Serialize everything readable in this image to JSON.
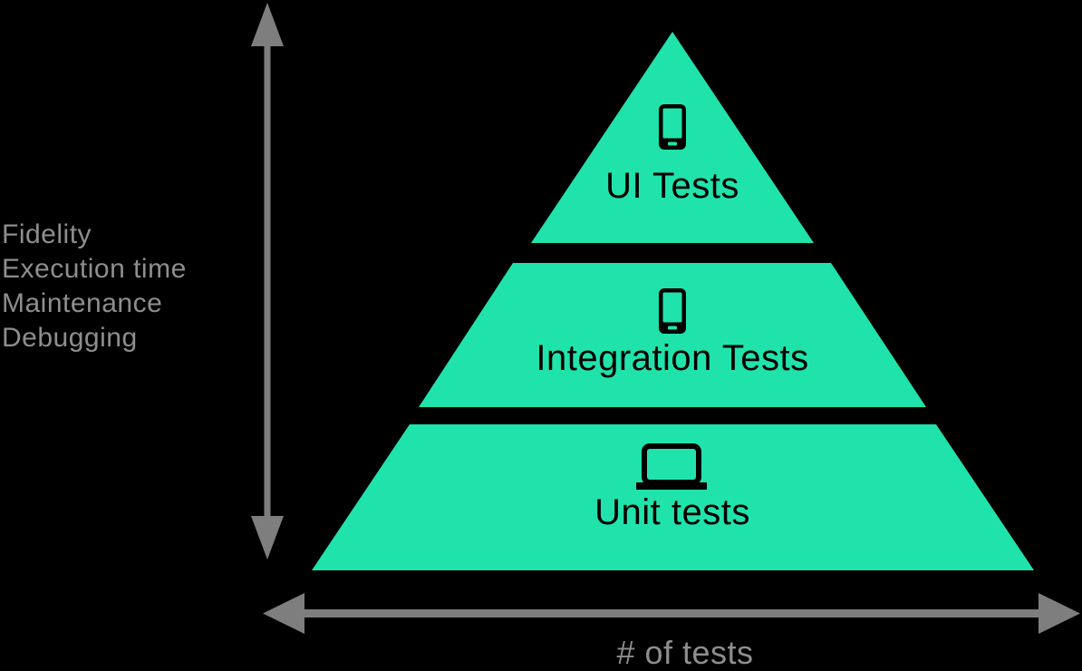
{
  "pyramid": {
    "fill": "#20e3ab",
    "label_color": "#000000",
    "levels": [
      {
        "name": "ui-tests",
        "label": "UI Tests",
        "icon": "smartphone-icon"
      },
      {
        "name": "integration-tests",
        "label": "Integration Tests",
        "icon": "smartphone-icon"
      },
      {
        "name": "unit-tests",
        "label": "Unit tests",
        "icon": "laptop-icon"
      }
    ]
  },
  "vertical_axis": {
    "labels": [
      "Fidelity",
      "Execution time",
      "Maintenance",
      "Debugging"
    ],
    "label_color": "#8e8e8e",
    "arrow_color": "#7e7e7e"
  },
  "horizontal_axis": {
    "label": "# of tests",
    "label_color": "#8e8e8e",
    "arrow_color": "#7e7e7e"
  }
}
